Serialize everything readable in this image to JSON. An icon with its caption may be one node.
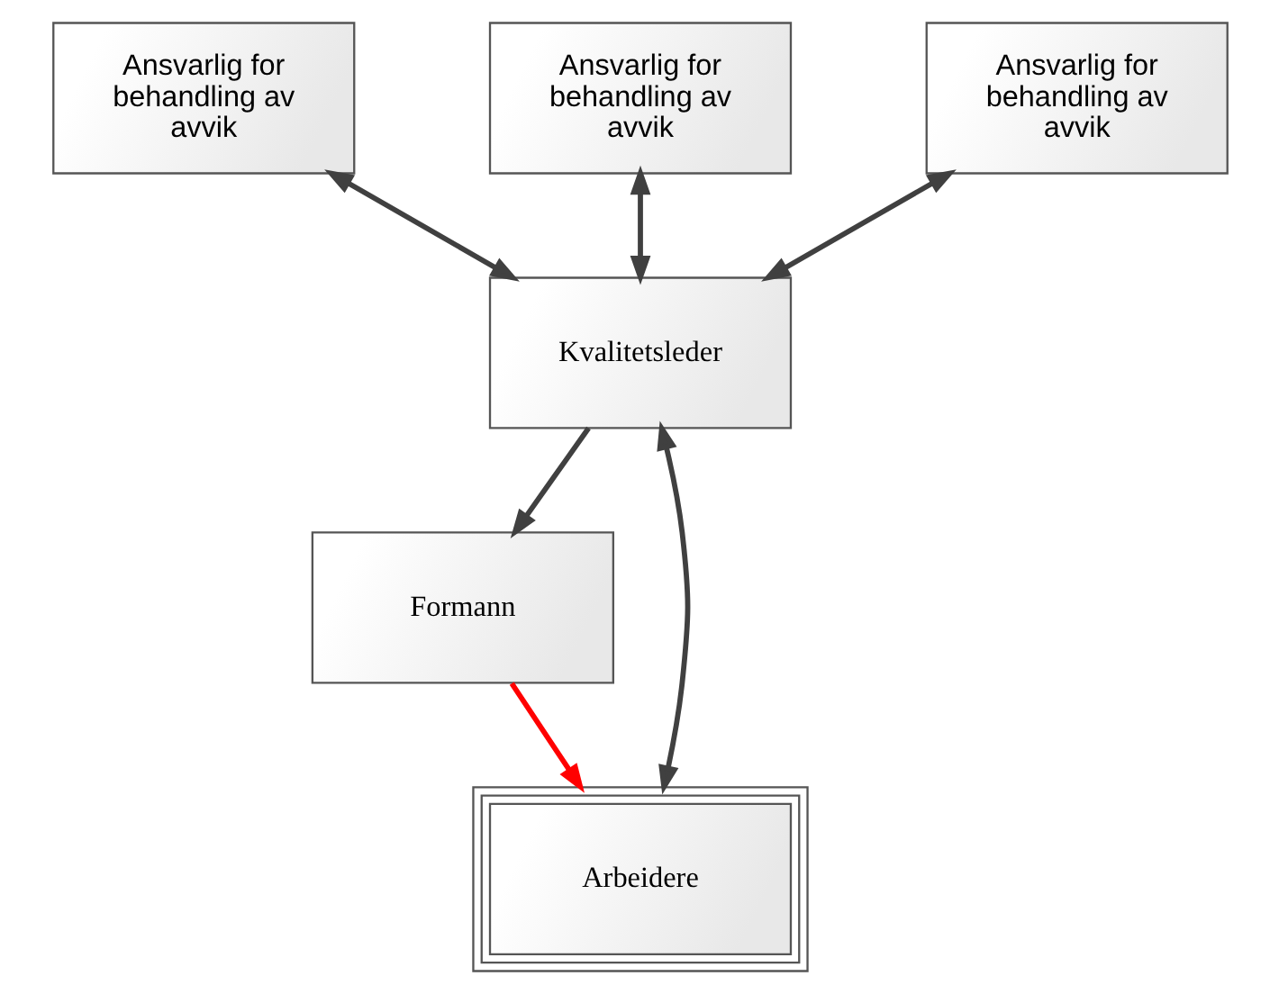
{
  "diagram": {
    "nodes": [
      {
        "text": [
          "Ansvarlig for behandling av avvik"
        ]
      },
      {
        "text": [
          "Ansvarlig for behandling av avvik"
        ]
      },
      {
        "text": [
          "Ansvarlig for behandling av avvik"
        ]
      },
      {
        "text": [
          "Kvalitetsleder"
        ]
      },
      {
        "text": [
          "Formann"
        ]
      },
      {
        "text": [
          "Arbeidere"
        ]
      }
    ],
    "edges": [
      {
        "from": 0,
        "to": 3,
        "arrow": "both"
      },
      {
        "from": 1,
        "to": 3,
        "arrow": "both"
      },
      {
        "from": 2,
        "to": 3,
        "arrow": "both"
      },
      {
        "from": 3,
        "to": 4,
        "arrow": "to"
      },
      {
        "from": 3,
        "to": 5,
        "arrow": "both"
      },
      {
        "from": 4,
        "to": 5,
        "arrow": "to",
        "color": "#ff0000"
      }
    ]
  }
}
